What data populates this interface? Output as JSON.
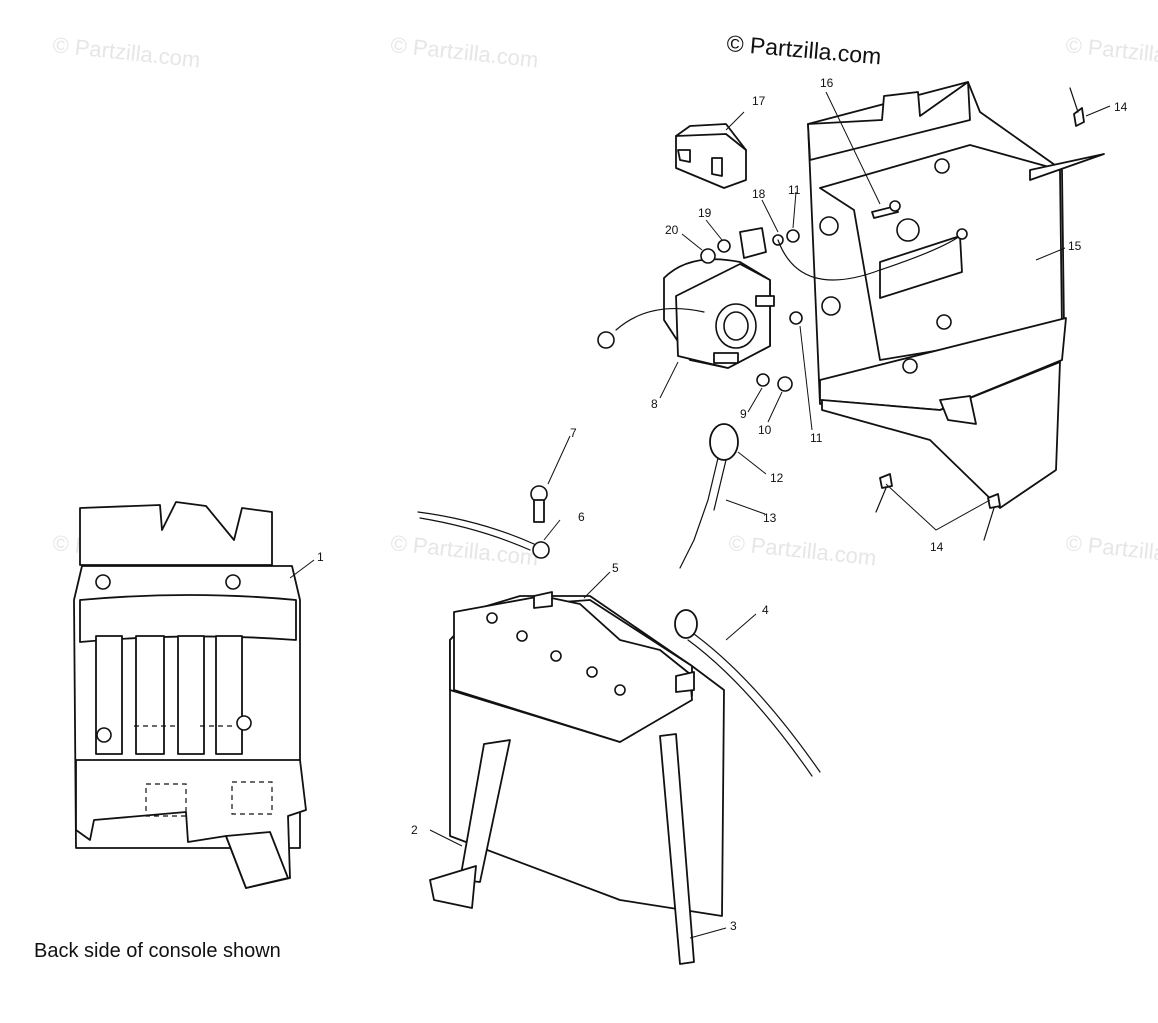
{
  "copyright": "© Partzilla.com",
  "watermark": "© Partzilla.com",
  "caption": "Back side of console shown",
  "callouts": {
    "p1": "1",
    "p2": "2",
    "p3": "3",
    "p4": "4",
    "p5": "5",
    "p6": "6",
    "p7": "7",
    "p8": "8",
    "p9": "9",
    "p10": "10",
    "p11a": "11",
    "p11b": "11",
    "p12": "12",
    "p13": "13",
    "p14a": "14",
    "p14b": "14",
    "p15": "15",
    "p16": "16",
    "p17": "17",
    "p18": "18",
    "p19": "19",
    "p20": "20"
  }
}
